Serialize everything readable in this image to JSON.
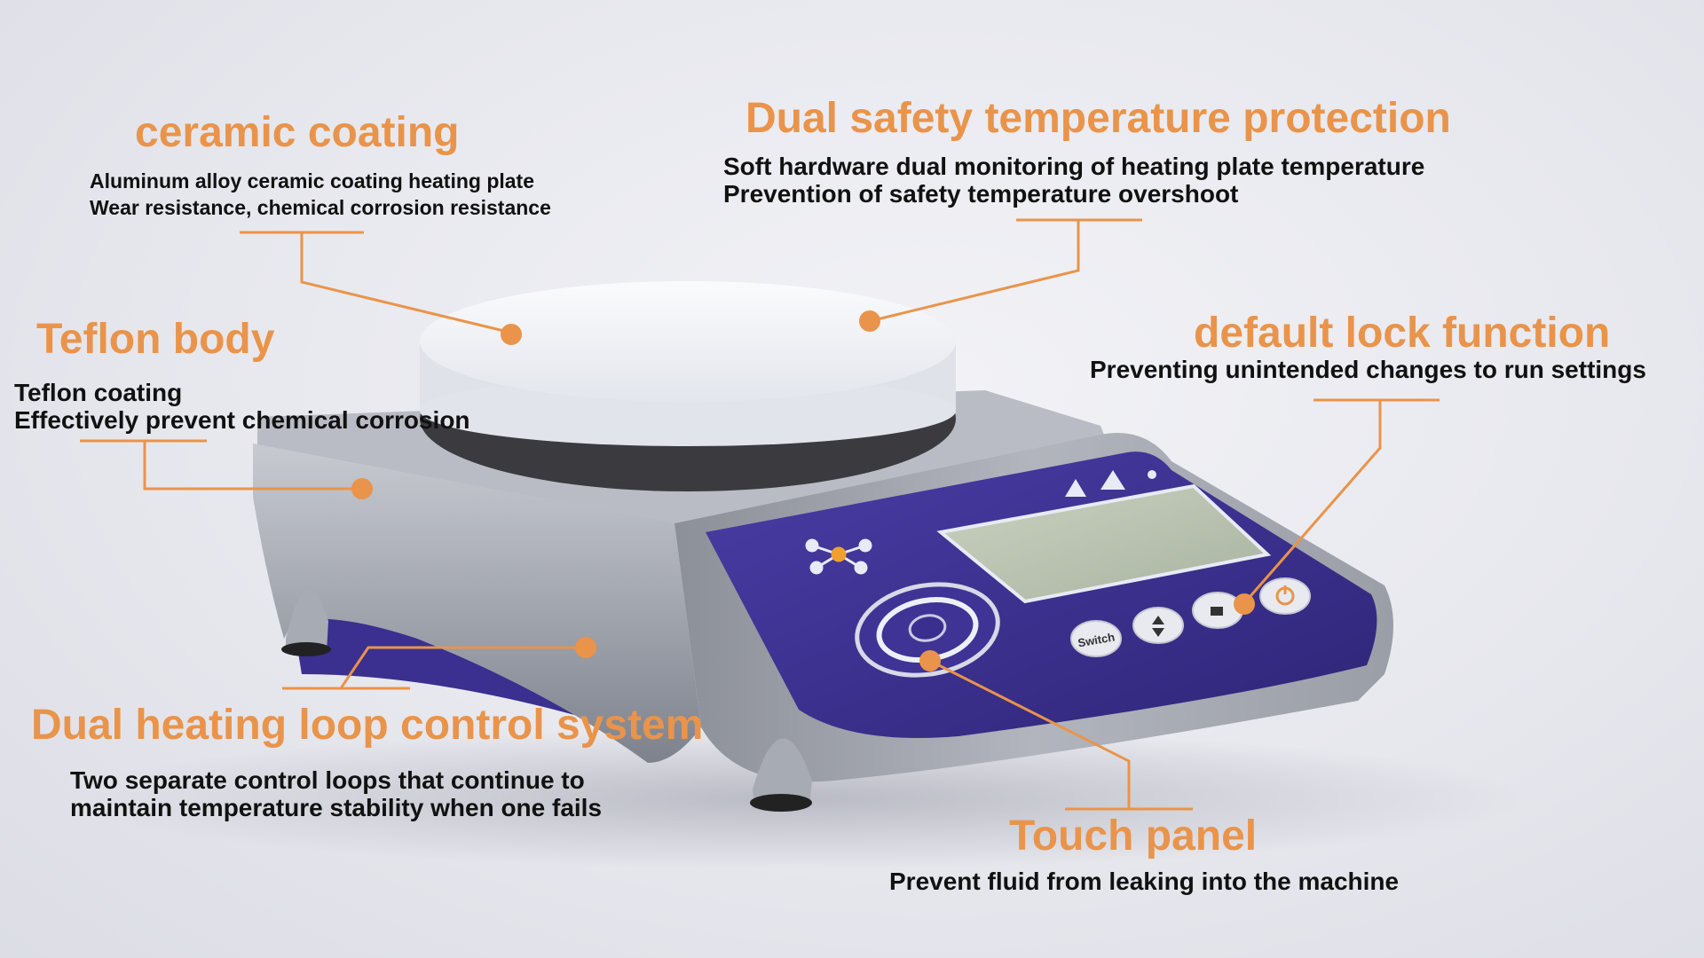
{
  "callouts": {
    "ceramic": {
      "title": "ceramic coating",
      "lines": [
        "Aluminum alloy ceramic coating heating plate",
        "Wear resistance, chemical corrosion resistance"
      ]
    },
    "dual_safety": {
      "title": "Dual safety temperature protection",
      "lines": [
        "Soft hardware dual monitoring of heating plate temperature",
        "Prevention of safety temperature overshoot"
      ]
    },
    "teflon": {
      "title": "Teflon body",
      "lines": [
        "Teflon coating",
        "Effectively prevent chemical corrosion"
      ]
    },
    "lock": {
      "title": "default lock function",
      "lines": [
        "Preventing unintended changes to run settings"
      ]
    },
    "dual_heating": {
      "title": "Dual heating loop control system",
      "lines": [
        "Two separate control loops that continue to",
        "maintain temperature stability when one fails"
      ]
    },
    "touch": {
      "title": "Touch panel",
      "lines": [
        "Prevent fluid from leaking into the machine"
      ]
    }
  },
  "device": {
    "switch_label": "Switch"
  },
  "colors": {
    "accent": "#e9944a",
    "panel": "#3a2f8f",
    "body": "#a9adb6",
    "plate": "#f1f3f7"
  }
}
